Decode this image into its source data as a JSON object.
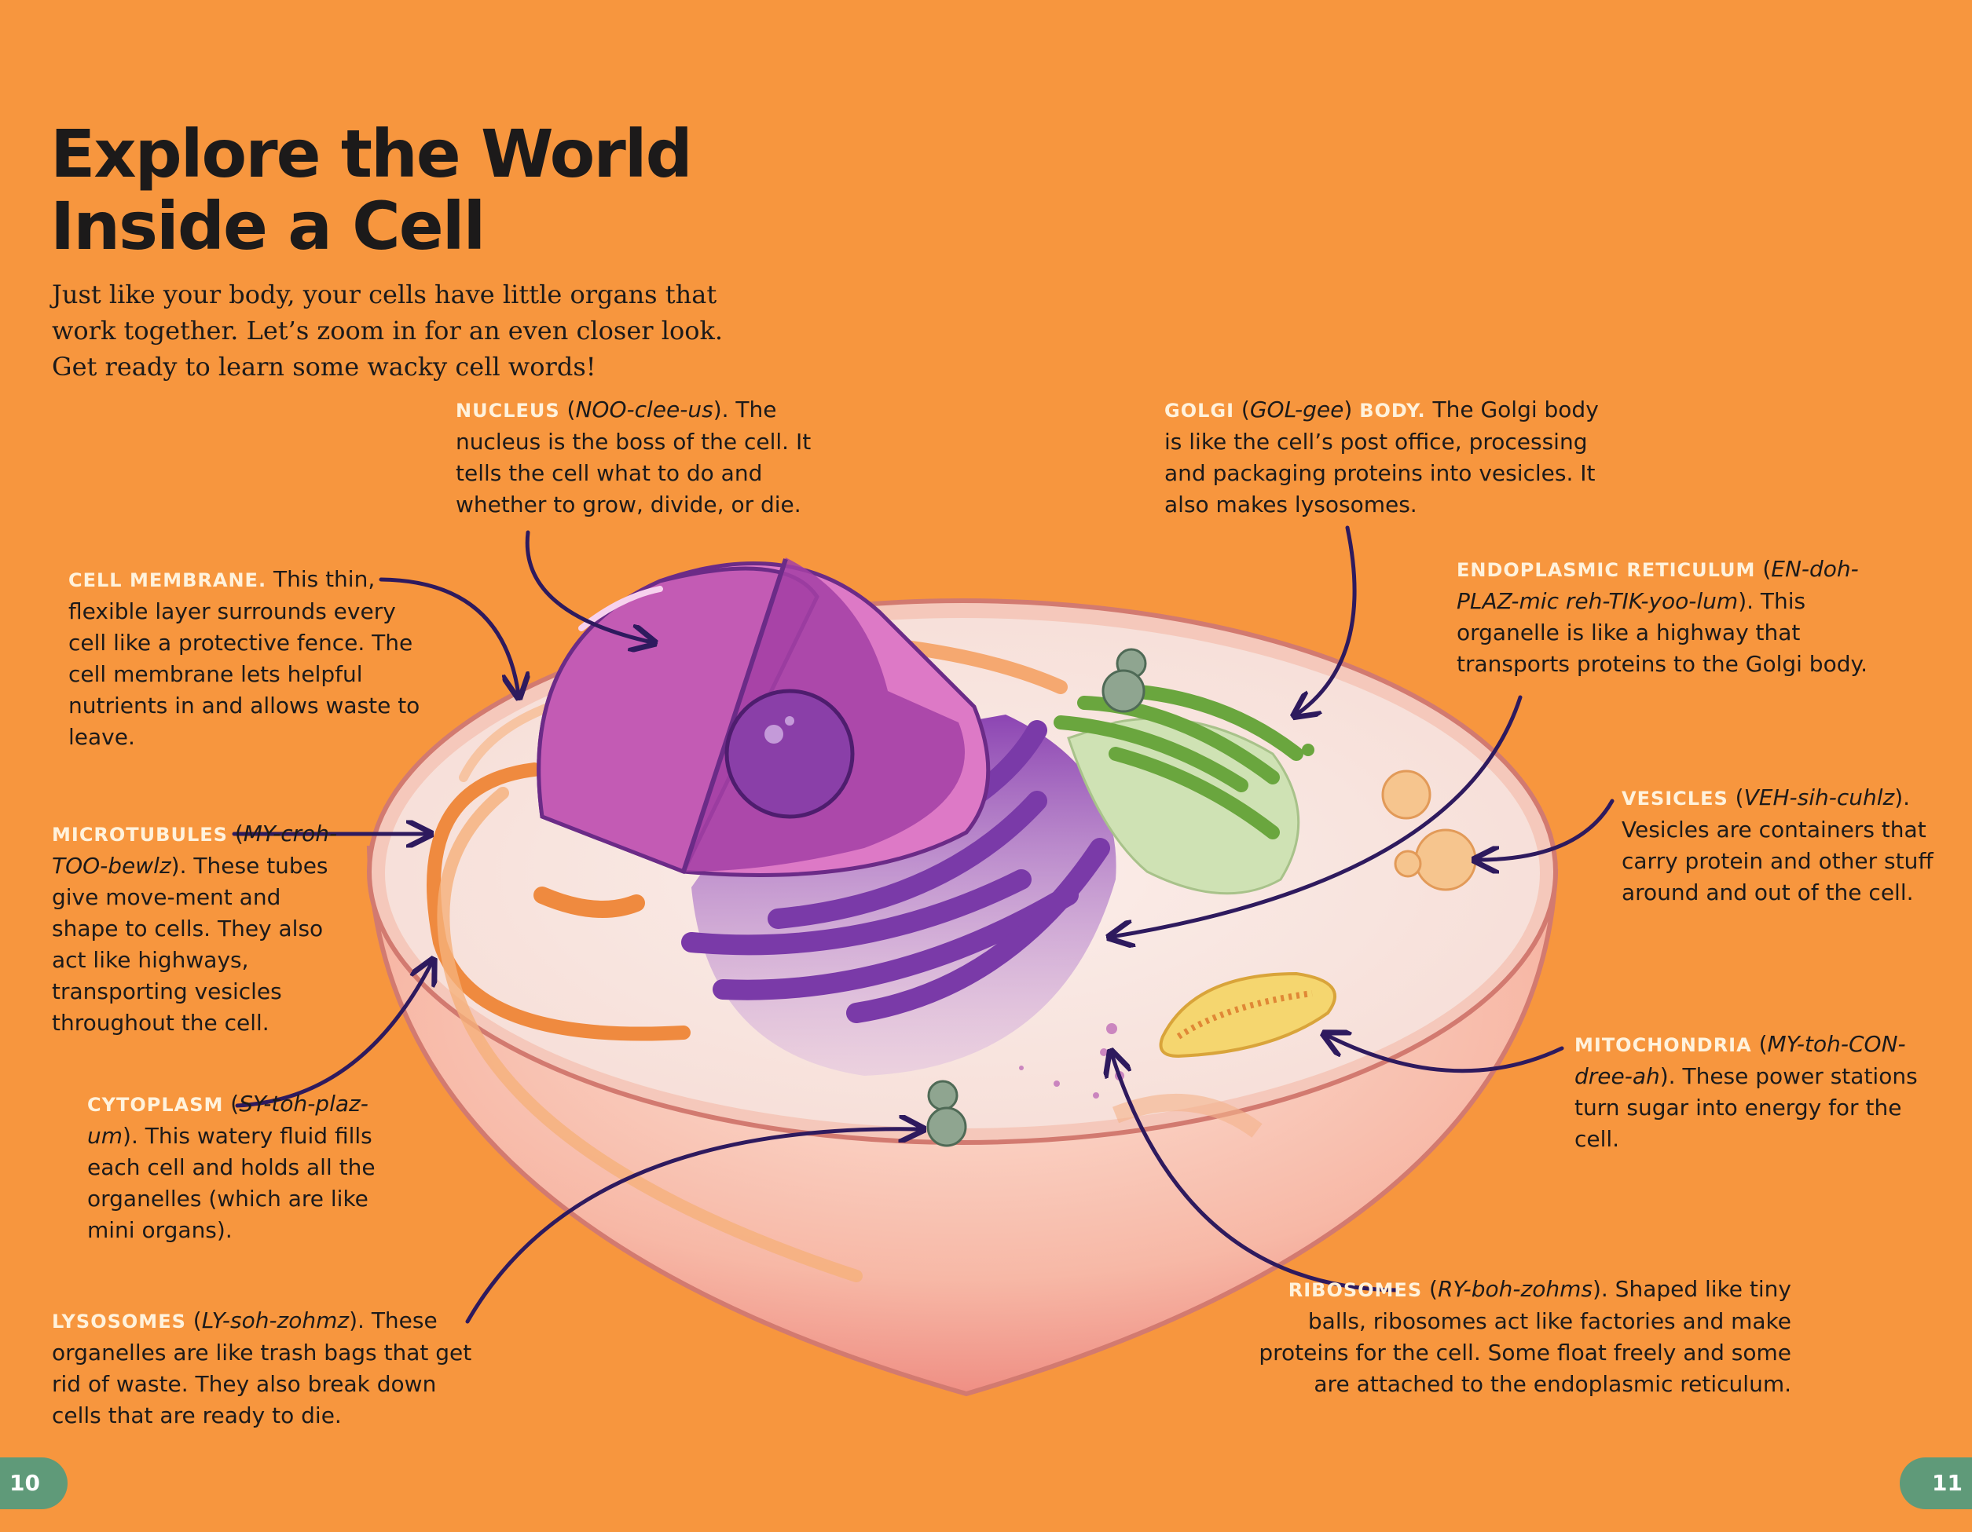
{
  "page": {
    "title_line1": "Explore the World",
    "title_line2": "Inside a Cell",
    "intro": "Just like your body, your cells have little organs that work together. Let’s zoom in for an even closer look. Get ready to learn some wacky cell words!",
    "page_left": "10",
    "page_right": "11"
  },
  "labels": {
    "nucleus": {
      "term": "NUCLEUS",
      "open": " (",
      "pron": "NOO-clee-us",
      "close": "). ",
      "text": "The nucleus is the boss of the cell. It tells the cell what to do and whether to grow, divide, or die."
    },
    "golgi": {
      "term": "GOLGI",
      "open": " (",
      "pron": "GOL-gee",
      "close": ") ",
      "term2": "BODY.",
      "text": " The Golgi body is like the cell’s post office, processing and packaging proteins into vesicles. It also makes lysosomes."
    },
    "membrane": {
      "term": "CELL MEMBRANE.",
      "text": " This thin, flexible layer surrounds every cell like a protective fence. The cell membrane lets helpful nutrients in and allows waste to leave."
    },
    "er": {
      "term": "ENDOPLASMIC RETICULUM",
      "open": " (",
      "pron": "EN-doh-PLAZ-mic reh-TIK-yoo-lum",
      "close": "). ",
      "text": "This organelle is like a highway that transports proteins to the Golgi body."
    },
    "microtubules": {
      "term": "MICROTUBULES",
      "open": " (",
      "pron": "MY-croh-TOO-bewlz",
      "close": "). ",
      "text": "These tubes give move-ment and shape to cells. They also act like highways, transporting vesicles throughout the cell."
    },
    "vesicles": {
      "term": "VESICLES",
      "open": " (",
      "pron": "VEH-sih-cuhlz",
      "close": "). ",
      "text": "Vesicles are containers that carry protein and other stuff around and out of the cell."
    },
    "mitochondria": {
      "term": "MITOCHONDRIA",
      "open": " (",
      "pron": "MY-toh-CON-dree-ah",
      "close": "). ",
      "text": "These power stations turn sugar into energy for the cell."
    },
    "cytoplasm": {
      "term": "CYTOPLASM",
      "open": " (",
      "pron": "SY-toh-plaz-um",
      "close": "). ",
      "text": "This watery fluid fills each cell and holds all the organelles (which are like mini organs)."
    },
    "lysosomes": {
      "term": "LYSOSOMES",
      "open": " (",
      "pron": "LY-soh-zohmz",
      "close": "). ",
      "text": "These organelles are like trash bags that get rid of waste. They also break down cells that are ready to die."
    },
    "ribosomes": {
      "term": "RIBOSOMES",
      "open": " (",
      "pron": "RY-boh-zohms",
      "close": "). ",
      "text": "Shaped like tiny balls, ribosomes act like factories and make proteins for the cell. Some float freely and some are attached to the endoplasmic reticulum."
    }
  },
  "colors": {
    "background": "#f7963e",
    "term": "#fff2dc",
    "arrow": "#2e1a5e",
    "page_badge": "#5f9a79",
    "cell_body": "#f7bfae",
    "nucleus": "#c14fb2",
    "er": "#8f4db5",
    "golgi": "#7bbf52",
    "microtubule": "#f0914a",
    "mitochondria": "#f3d16a"
  }
}
